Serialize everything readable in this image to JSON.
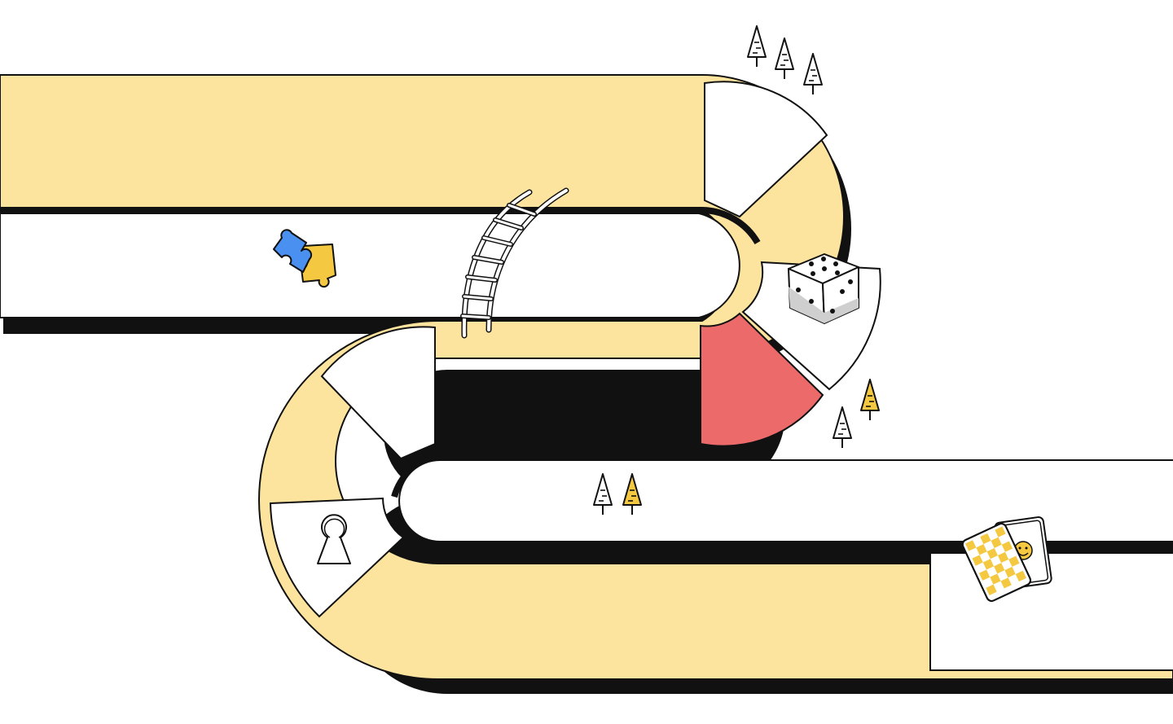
{
  "board": {
    "title": "",
    "colors": {
      "path": "#FDE49E",
      "outline": "#111111",
      "space_blank": "#FFFFFF",
      "space_red": "#EC6A6A",
      "accent_yellow": "#F5C842",
      "puzzle_blue": "#4A90F0",
      "puzzle_yellow": "#F5C842"
    },
    "spaces": [
      {
        "id": "upper-right-1",
        "color": "white",
        "icon": "none"
      },
      {
        "id": "upper-right-2",
        "color": "white",
        "icon": "dice-icon"
      },
      {
        "id": "upper-right-3",
        "color": "red",
        "icon": "none"
      },
      {
        "id": "middle-left-1",
        "color": "white",
        "icon": "none"
      },
      {
        "id": "lower-left-1",
        "color": "white",
        "icon": "keyhole-icon"
      },
      {
        "id": "finish",
        "color": "white",
        "icon": "card-deck-icon"
      }
    ],
    "decorations": [
      "tree-icon",
      "ladder-icon",
      "puzzle-pieces-icon",
      "dice-icon",
      "keyhole-icon",
      "card-deck-icon"
    ]
  }
}
